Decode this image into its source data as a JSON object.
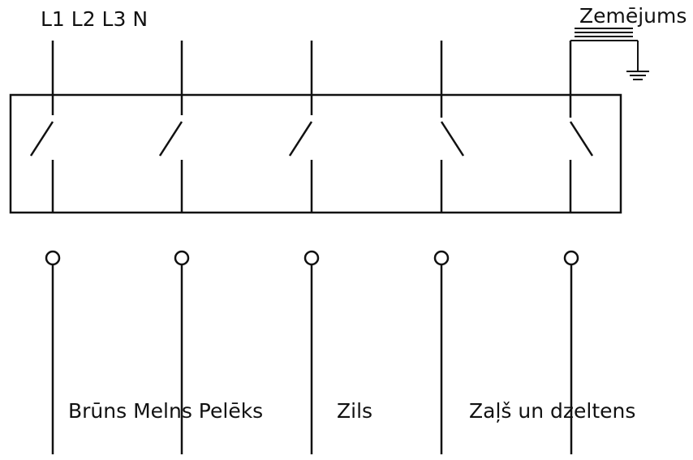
{
  "top_labels": {
    "phases": "L1 L2 L3 N",
    "ground": "Zemējums"
  },
  "bottom_labels": {
    "brown_black_grey": "Brūns Melns Pelēks",
    "blue": "Zils",
    "green_yellow": "Zaļš un dzeltens"
  },
  "colors": {
    "line": "#111111",
    "background": "#ffffff"
  }
}
